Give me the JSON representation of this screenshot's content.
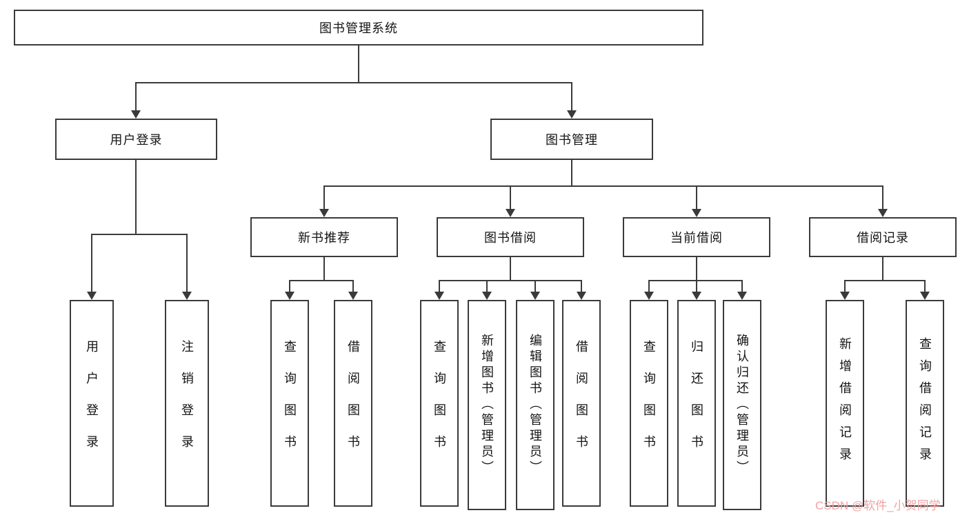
{
  "title": {
    "label": "图书管理系统"
  },
  "nodes": {
    "user_login": {
      "label": "用户登录"
    },
    "book_mgmt": {
      "label": "图书管理"
    },
    "user_login_leaf": {
      "label": "用户登录"
    },
    "logout_leaf": {
      "label": "注销登录"
    },
    "new_book": {
      "label": "新书推荐"
    },
    "borrow": {
      "label": "图书借阅"
    },
    "current": {
      "label": "当前借阅"
    },
    "records": {
      "label": "借阅记录"
    },
    "nb_query": {
      "label": "查询图书"
    },
    "nb_borrow": {
      "label": "借阅图书"
    },
    "bw_query": {
      "label": "查询图书"
    },
    "bw_add": {
      "label": "新增图书（管理员）"
    },
    "bw_edit": {
      "label": "编辑图书（管理员）"
    },
    "bw_borrow": {
      "label": "借阅图书"
    },
    "cur_query": {
      "label": "查询图书"
    },
    "cur_return": {
      "label": "归还图书"
    },
    "cur_confirm": {
      "label": "确认归还（管理员）"
    },
    "rec_add": {
      "label": "新增借阅记录"
    },
    "rec_query": {
      "label": "查询借阅记录"
    }
  },
  "watermark": {
    "text": "CSDN @软件_小贺同学"
  },
  "colors": {
    "line": "#3a3a3a",
    "border": "#3a3a3a",
    "watermark": "#f0a2a2",
    "background": "#ffffff"
  }
}
